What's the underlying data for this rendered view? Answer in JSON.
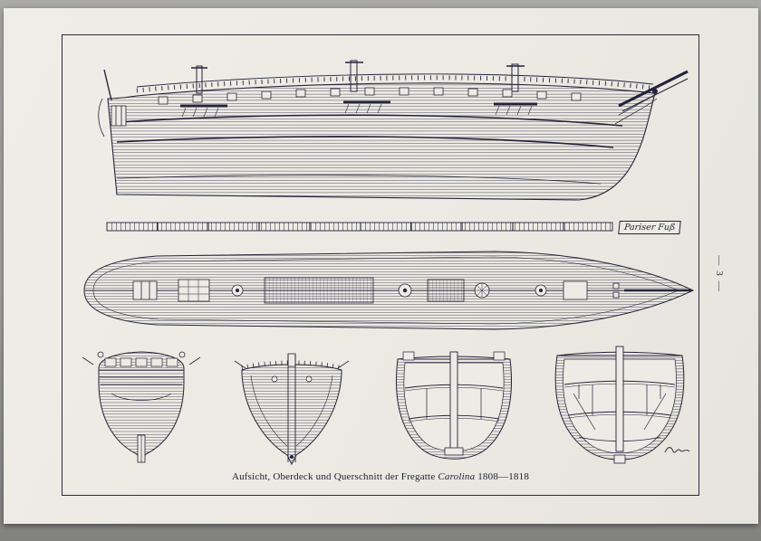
{
  "colors": {
    "ink": "#23233a",
    "paper": "#edebe5",
    "scanner_bg": "#9c9c9a"
  },
  "plate": {
    "caption_prefix": "Aufsicht, Oberdeck und Querschnitt der Fregatte ",
    "caption_ship_name": "Carolina",
    "caption_suffix": " 1808—1818",
    "scale_label": "Pariser Fuß",
    "page_number": "3",
    "margin_dash": "—"
  }
}
